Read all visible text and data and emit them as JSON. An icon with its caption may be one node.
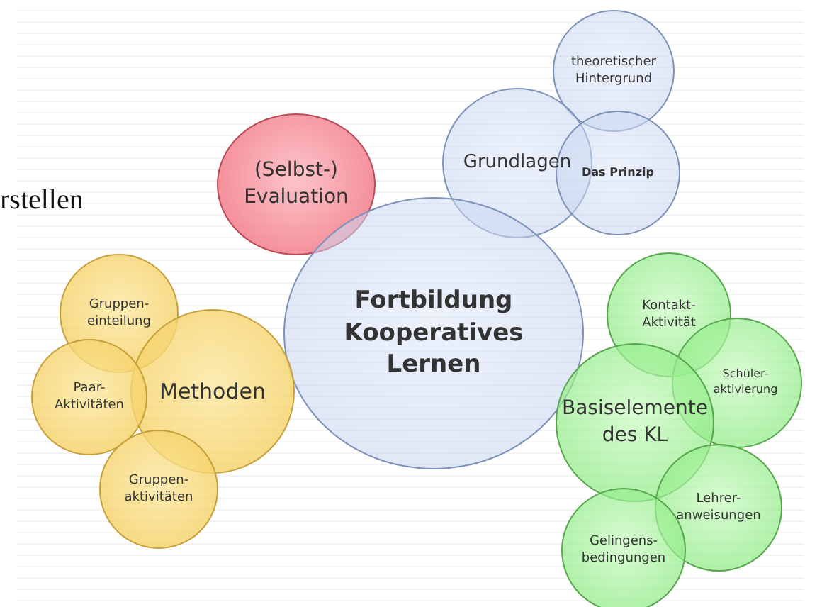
{
  "diagram": {
    "nodes": [
      {
        "text": [
          "theoretischer Hintergrund"
        ]
      },
      {
        "text": [
          "Grundlagen"
        ]
      },
      {
        "text": [
          "Das Prinzip"
        ]
      },
      {
        "text": [
          "(Selbst-) Evaluation"
        ]
      },
      {
        "text": [
          "Fortbildung Kooperatives Lernen"
        ]
      },
      {
        "text": [
          "Gruppen- einteilung"
        ]
      },
      {
        "text": [
          "Kontakt- Aktivität"
        ]
      },
      {
        "text": [
          "Methoden"
        ]
      },
      {
        "text": [
          "Paar- Aktivitäten"
        ]
      },
      {
        "text": [
          "Schüler- aktivierung"
        ]
      },
      {
        "text": [
          "Basiselemente des KL"
        ]
      },
      {
        "text": [
          "Lehrer- anweisungen"
        ]
      },
      {
        "text": [
          "Gruppen- aktivitäten"
        ]
      },
      {
        "text": [
          "Gelingens- bedingungen"
        ]
      }
    ],
    "edges": [],
    "labels": [
      "rstellen"
    ]
  }
}
